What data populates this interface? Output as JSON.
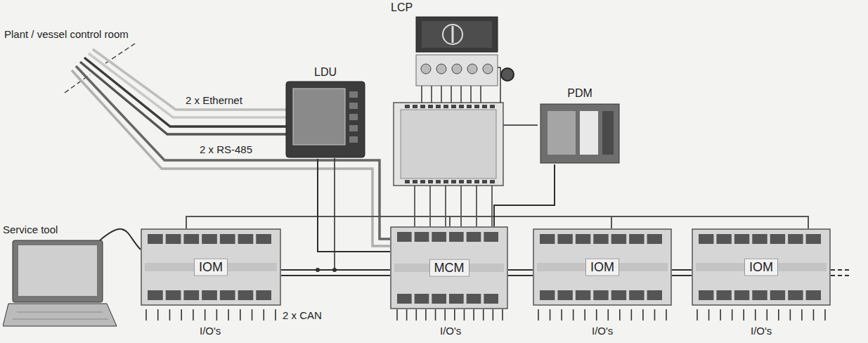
{
  "diagram": {
    "nodes": [
      {
        "text": [
          "LCP"
        ]
      },
      {
        "text": [
          "LDU"
        ]
      },
      {
        "text": [
          "PDM"
        ]
      },
      {
        "text": [
          "Service tool"
        ]
      },
      {
        "text": [
          "IOM"
        ]
      },
      {
        "text": [
          "MCM"
        ]
      },
      {
        "text": [
          "IOM"
        ]
      },
      {
        "text": [
          "IOM"
        ]
      }
    ],
    "edges": [
      {
        "from": 1,
        "to": 5,
        "arrow": "none"
      },
      {
        "from": 4,
        "to": 5,
        "arrow": "none"
      },
      {
        "from": 5,
        "to": 6,
        "arrow": "none"
      },
      {
        "from": 6,
        "to": 7,
        "arrow": "none"
      },
      {
        "from": 3,
        "to": 4,
        "arrow": "none"
      },
      {
        "from": 2,
        "to": 5,
        "arrow": "none"
      }
    ],
    "labels": [
      "Plant / vessel control room",
      "2 x Ethernet",
      "2 x RS-485",
      "2 x CAN",
      "I/O's",
      "I/O's",
      "I/O's",
      "I/O's"
    ]
  }
}
